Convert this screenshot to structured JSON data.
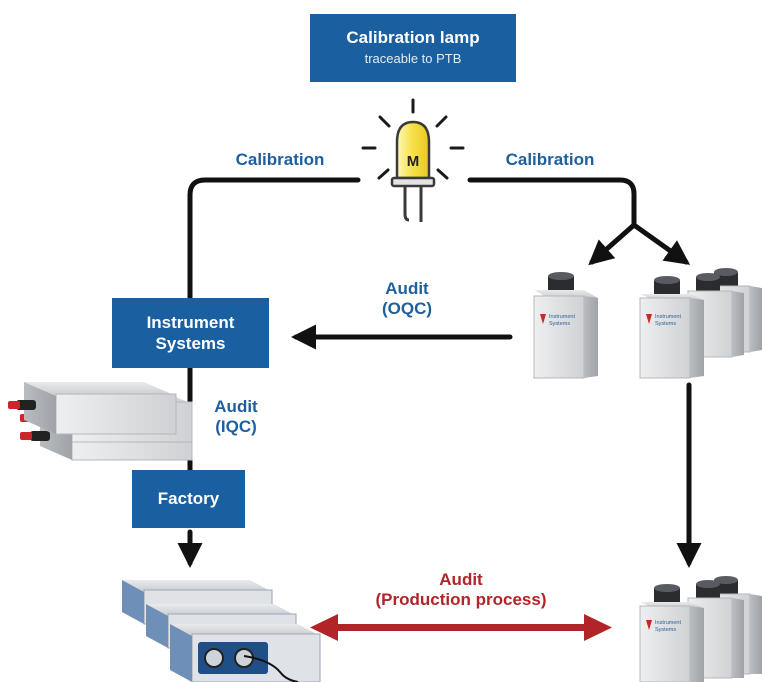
{
  "calibration_lamp": {
    "title": "Calibration lamp",
    "subtitle": "traceable to PTB",
    "lamp_letter": "M"
  },
  "labels": {
    "calibration_left": "Calibration",
    "calibration_right": "Calibration",
    "audit_oqc_1": "Audit",
    "audit_oqc_2": "(OQC)",
    "audit_iqc_1": "Audit",
    "audit_iqc_2": "(IQC)",
    "audit_prod_1": "Audit",
    "audit_prod_2": "(Production process)"
  },
  "boxes": {
    "instrument_systems_1": "Instrument",
    "instrument_systems_2": "Systems",
    "factory": "Factory"
  },
  "device_brand": {
    "line1": "Instrument",
    "line2": "Systems"
  },
  "colors": {
    "box": "#1a5fa0",
    "label": "#1f5f9e",
    "audit_red": "#b32428",
    "arrow": "#111111",
    "lamp": "#f2d640"
  }
}
